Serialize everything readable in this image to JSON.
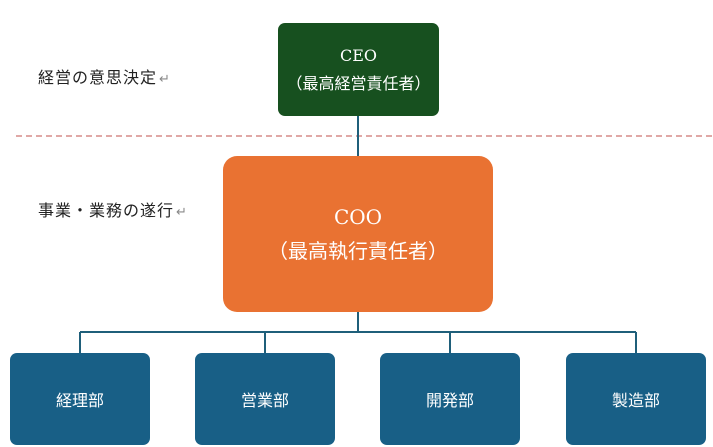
{
  "left_labels": {
    "decision": "経営の意思決定",
    "execution": "事業・業務の遂行",
    "para_mark": "↵"
  },
  "ceo": {
    "line1": "CEO",
    "line2": "（最高経営責任者）",
    "color": "#17501F"
  },
  "coo": {
    "line1": "COO",
    "line2": "（最高執行責任者）",
    "color": "#E97232"
  },
  "departments": [
    {
      "label": "経理部"
    },
    {
      "label": "営業部"
    },
    {
      "label": "開発部"
    },
    {
      "label": "製造部"
    }
  ],
  "colors": {
    "department": "#185F86",
    "divider": "#C0504D",
    "connector": "#1F5F7A"
  }
}
